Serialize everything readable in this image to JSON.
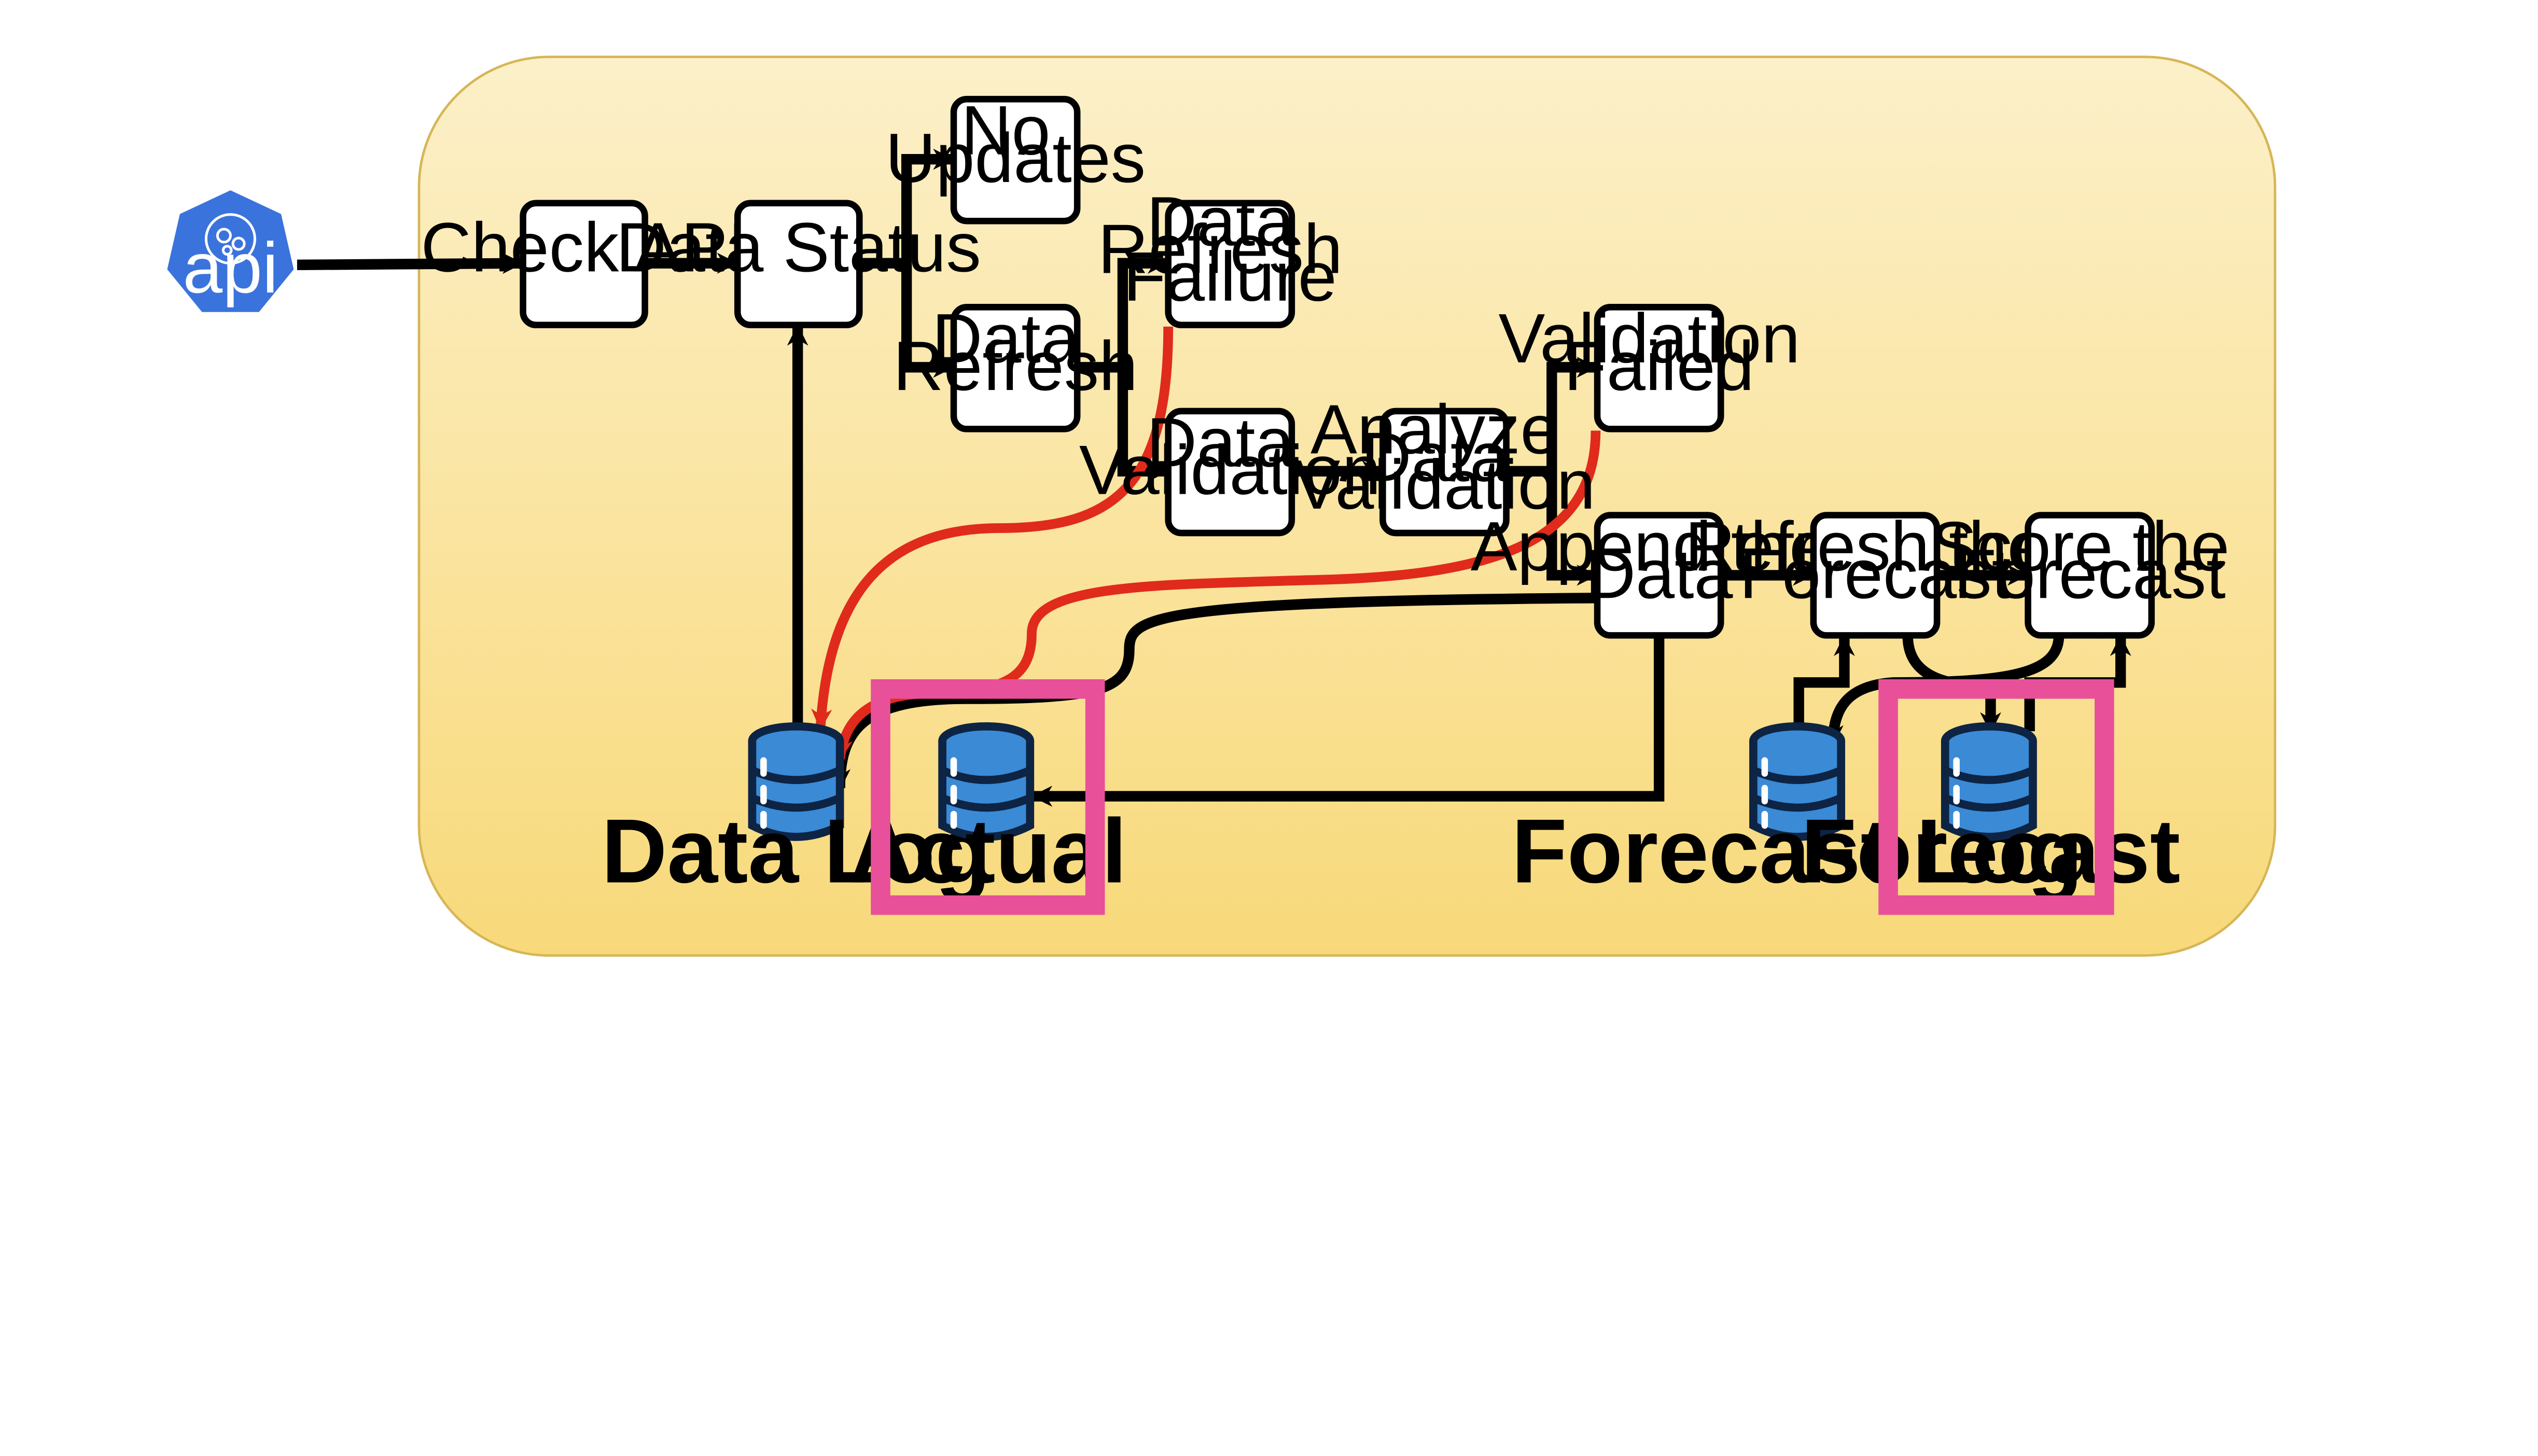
{
  "colors": {
    "container_fill_top": "#fcf0c9",
    "container_fill_bottom": "#f8d97a",
    "container_stroke": "#d6b656",
    "api_hex": "#3b73dd",
    "db_fill": "#3a8ad6",
    "db_stroke": "#0d2444",
    "highlight": "#e8509a",
    "error_edge": "#e02a1c"
  },
  "api": {
    "icon": "kubernetes-api-icon",
    "label": "api"
  },
  "nodes": {
    "check_api": [
      "Check API"
    ],
    "data_status": [
      "Data Status"
    ],
    "no_updates": [
      "No",
      "Updates"
    ],
    "data_refresh": [
      "Data",
      "Refresh"
    ],
    "data_refresh_failure": [
      "Data",
      "Refresh",
      "Failure"
    ],
    "data_validation": [
      "Data",
      "Validation"
    ],
    "analyze_data_validation": [
      "Analyze",
      "Data",
      "Validation"
    ],
    "validation_failed": [
      "Validation",
      "Failed"
    ],
    "append_the_data": [
      "Append the",
      "Data"
    ],
    "refresh_the_forecast": [
      "Refresh the",
      "Forecast"
    ],
    "score_the_forecast": [
      "Score the",
      "Forecast"
    ]
  },
  "databases": {
    "data_log": {
      "icon": "database-icon",
      "label": "Data Log"
    },
    "actual": {
      "icon": "database-icon",
      "label": "Actual"
    },
    "forecast_log": {
      "icon": "database-icon",
      "label": "Forecast Log"
    },
    "forecast": {
      "icon": "database-icon",
      "label": "Forecast"
    }
  }
}
